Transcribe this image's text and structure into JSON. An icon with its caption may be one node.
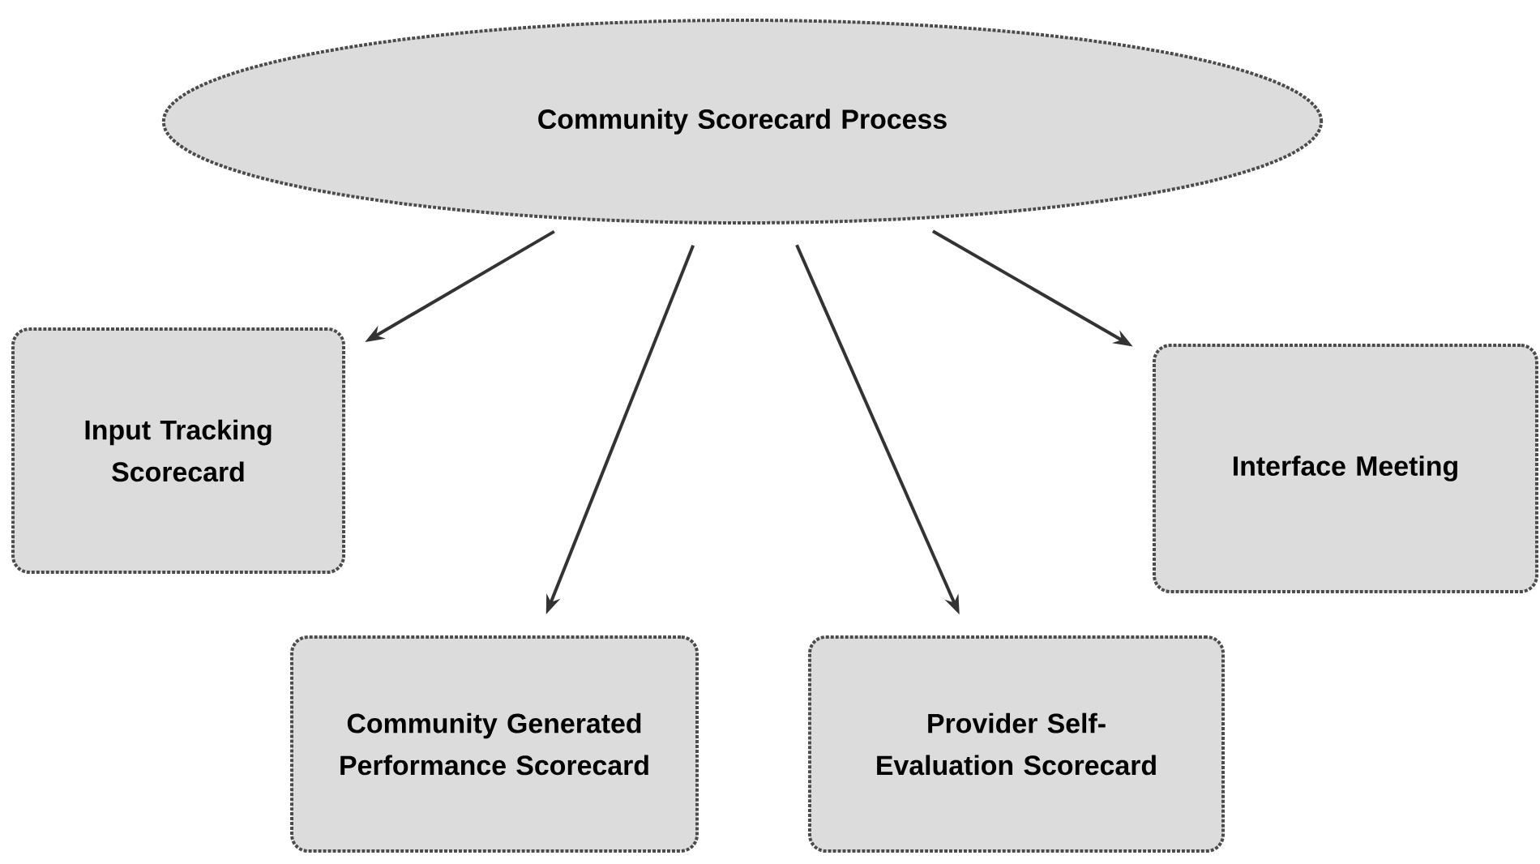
{
  "diagram": {
    "nodes": [
      {
        "text": [
          "Community Scorecard Process"
        ]
      },
      {
        "text": [
          "Input Tracking Scorecard"
        ]
      },
      {
        "text": [
          "Community Generated Performance Scorecard"
        ]
      },
      {
        "text": [
          "Provider Self-Evaluation Scorecard"
        ]
      },
      {
        "text": [
          "Interface Meeting"
        ]
      }
    ],
    "edges": [
      {
        "from": 0,
        "to": 1,
        "arrow": "to"
      },
      {
        "from": 0,
        "to": 2,
        "arrow": "to"
      },
      {
        "from": 0,
        "to": 3,
        "arrow": "to"
      },
      {
        "from": 0,
        "to": 4,
        "arrow": "to"
      }
    ]
  }
}
